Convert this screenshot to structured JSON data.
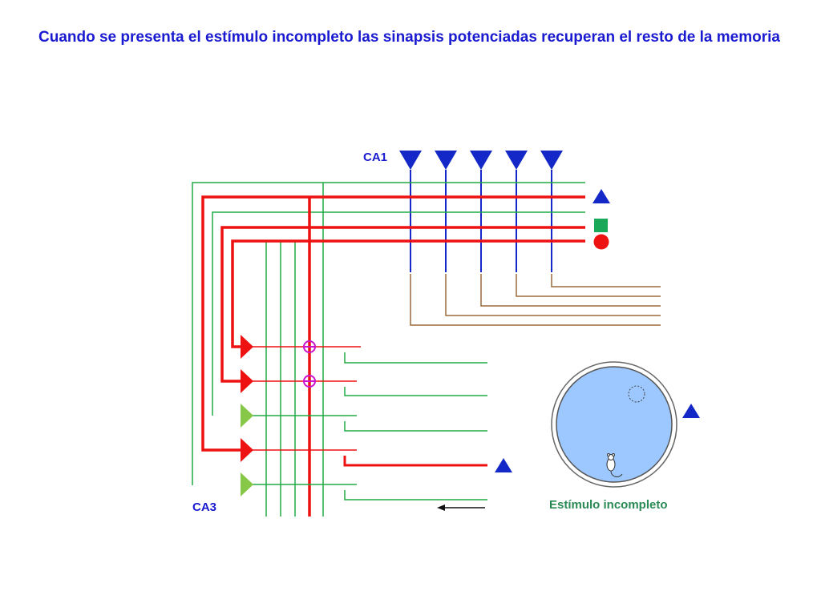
{
  "title": "Cuando se presenta el estímulo incompleto las sinapsis potenciadas recuperan el resto de la memoria",
  "labels": {
    "ca1": "CA1",
    "ca3": "CA3",
    "stimulus": "Estímulo incompleto"
  },
  "colors": {
    "title": "#1a1ad0",
    "potentiated_axon": "#ee1111",
    "axon": "#22aa44",
    "ca1_cell": "#1428c8",
    "inactive_cell": "#88c848",
    "output_line": "#9a6a3a",
    "synapse_marker": "#cc11cc",
    "pool_water": "#9cc8ff",
    "stimulus_label": "#2a8a55"
  },
  "icons": {
    "memory_cues": [
      "triangle-icon",
      "square-icon",
      "circle-icon"
    ],
    "pool": "water-maze-icon",
    "mouse": "mouse-icon",
    "arrow": "arrow-left-icon"
  }
}
